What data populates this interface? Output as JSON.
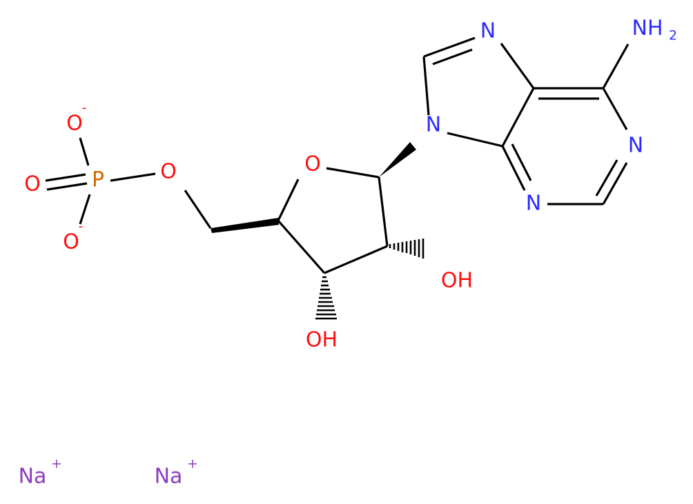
{
  "molecule": {
    "colors": {
      "oxygen": "#ff0d0d",
      "nitrogen": "#2a2aff",
      "phosphorus": "#d06a00",
      "sodium": "#8f3bbf",
      "bond": "#000000"
    },
    "atoms": {
      "o_minus_top": {
        "symbol": "O",
        "charge": "-"
      },
      "o_double": {
        "symbol": "O"
      },
      "o_minus_bottom": {
        "symbol": "O",
        "charge": "-"
      },
      "p": {
        "symbol": "P"
      },
      "o_ester": {
        "symbol": "O"
      },
      "o_ring": {
        "symbol": "O"
      },
      "n9": {
        "symbol": "N"
      },
      "n7": {
        "symbol": "N"
      },
      "n1": {
        "symbol": "N"
      },
      "n3": {
        "symbol": "N"
      },
      "nh2": {
        "symbol": "NH",
        "subscript": "2"
      },
      "oh_2": {
        "symbol": "OH"
      },
      "oh_3": {
        "symbol": "OH"
      }
    },
    "counterions": [
      {
        "symbol": "Na",
        "charge": "+"
      },
      {
        "symbol": "Na",
        "charge": "+"
      }
    ]
  }
}
